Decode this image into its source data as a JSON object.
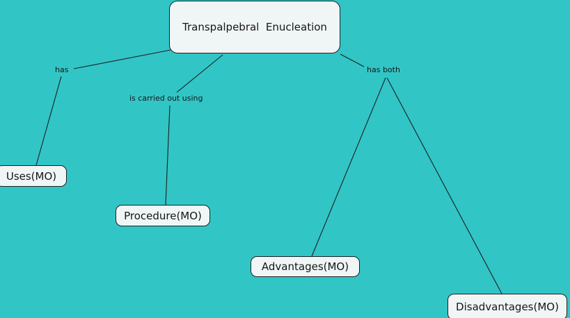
{
  "canvas": {
    "background_color": "#31c5c6"
  },
  "colors": {
    "node_fill": "#f0f5f6",
    "node_border": "#1f1f1f",
    "connector_line": "#1f1f1f",
    "text": "#161616"
  },
  "nodes": {
    "root": {
      "label": "Transpalpebral  Enucleation"
    },
    "uses": {
      "label": "Uses(MO)"
    },
    "procedure": {
      "label": "Procedure(MO)"
    },
    "advantages": {
      "label": "Advantages(MO)"
    },
    "disadvantages": {
      "label": "Disadvantages(MO)"
    }
  },
  "link_labels": {
    "has": "has",
    "is_carried_out_using": "is carried out using",
    "has_both": "has both"
  },
  "links": [
    {
      "from": "Transpalpebral  Enucleation",
      "label": "has",
      "to": "Uses(MO)"
    },
    {
      "from": "Transpalpebral  Enucleation",
      "label": "is carried out using",
      "to": "Procedure(MO)"
    },
    {
      "from": "Transpalpebral  Enucleation",
      "label": "has both",
      "to": "Advantages(MO)"
    },
    {
      "from": "Transpalpebral  Enucleation",
      "label": "has both",
      "to": "Disadvantages(MO)"
    }
  ]
}
